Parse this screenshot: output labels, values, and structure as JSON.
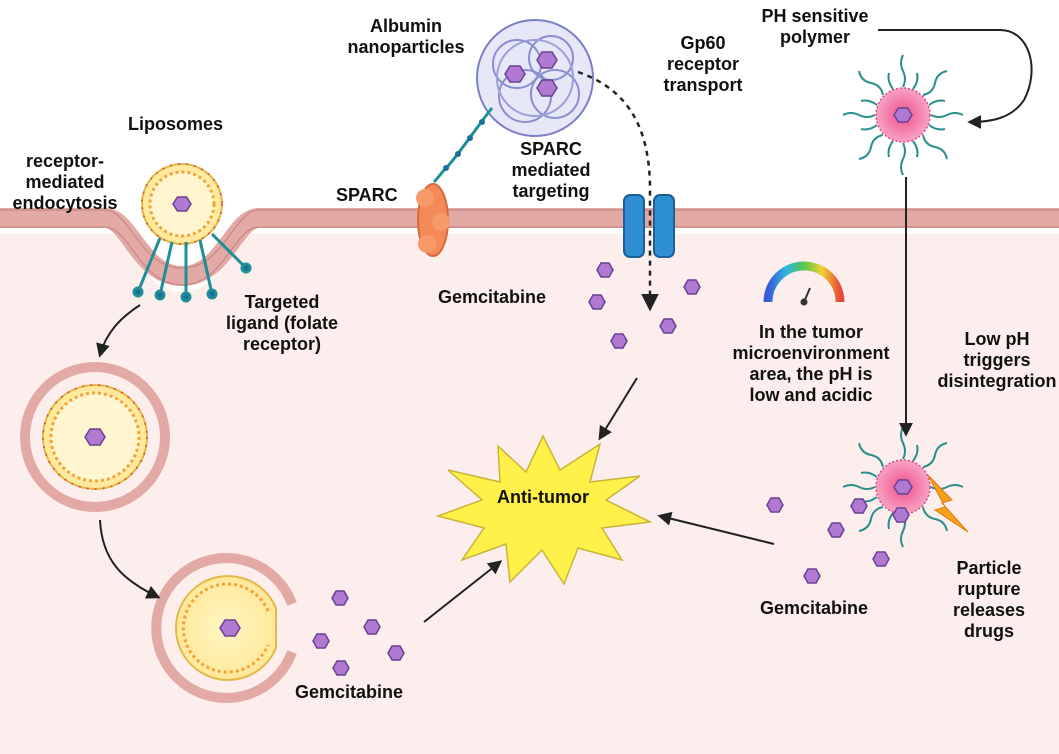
{
  "labels": {
    "liposomes": "Liposomes",
    "receptor_endocytosis": [
      "receptor-",
      "mediated",
      "endocytosis"
    ],
    "targeted_ligand": [
      "Targeted",
      "ligand (folate",
      "receptor)"
    ],
    "albumin": [
      "Albumin",
      "nanoparticles"
    ],
    "gp60": [
      "Gp60",
      "receptor",
      "transport"
    ],
    "sparc": "SPARC",
    "sparc_targeting": [
      "SPARC",
      "mediated",
      "targeting"
    ],
    "ph_polymer": [
      "PH sensitive",
      "polymer"
    ],
    "gemcitabine_top": "Gemcitabine",
    "tumor_env": [
      "In the tumor",
      "microenvironment",
      "area, the pH is",
      "low and acidic"
    ],
    "low_ph": [
      "Low pH",
      "triggers",
      "disintegration"
    ],
    "anti_tumor": "Anti-tumor",
    "particle_rupture": [
      "Particle",
      "rupture",
      "releases",
      "drugs"
    ],
    "gemcitabine_right": "Gemcitabine",
    "gemcitabine_bottom": "Gemcitabine"
  },
  "colors": {
    "cell_interior": "#fbeeed",
    "membrane": "#e2a8a4",
    "drug": "#b07ad3",
    "liposome_core": "#fff3a8",
    "burst": "#fff04a",
    "sparc_protein": "#f48a59",
    "gp60_channel": "#2e8fd2",
    "polymer": "#2a8f8c"
  },
  "icons": [
    "gemcitabine-molecule-icon",
    "liposome-icon",
    "albumin-nanoparticle-icon",
    "sparc-protein-icon",
    "gp60-channel-icon",
    "ph-gauge-icon",
    "polymer-micelle-icon",
    "lightning-icon",
    "anti-tumor-burst-icon"
  ]
}
